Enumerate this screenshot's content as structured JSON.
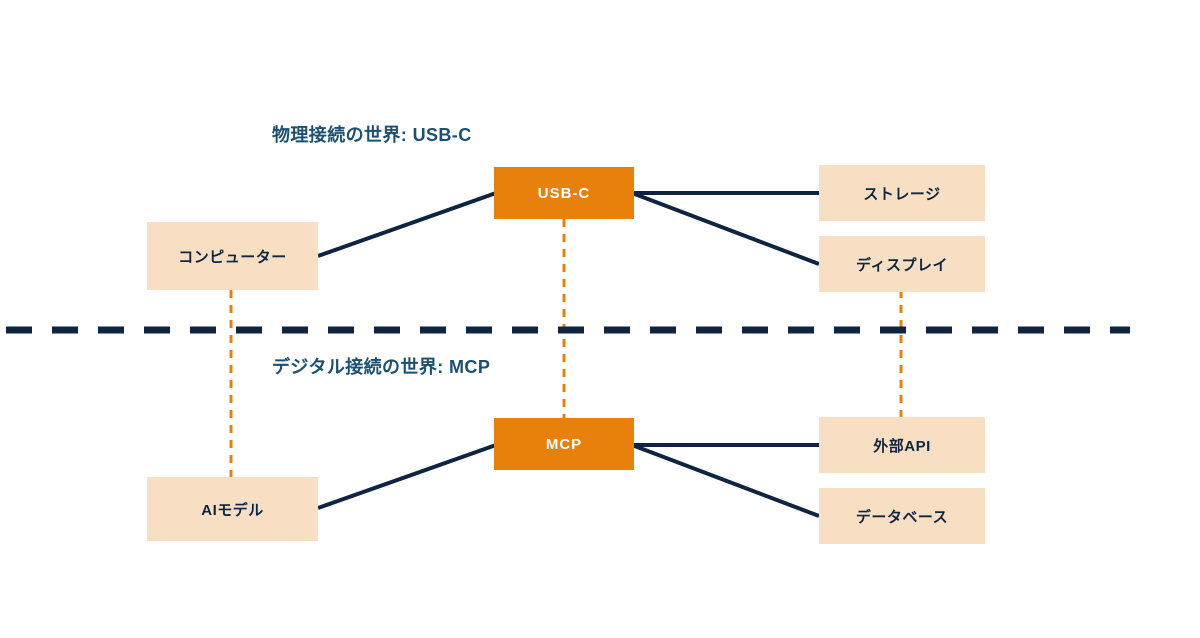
{
  "diagram": {
    "title_top": "物理接続の世界: USB-C",
    "title_bottom": "デジタル接続の世界: MCP",
    "colors": {
      "hub": "#E8800C",
      "leaf": "#F8DFC4",
      "wire": "#0F2440",
      "title": "#1B5070",
      "divider": "#0F2440",
      "analogy_link": "#E8800C",
      "background": "#FFFFFF"
    },
    "top": {
      "hub": {
        "label": "USB-C"
      },
      "source": {
        "label": "コンピューター"
      },
      "peripherals": [
        {
          "label": "ストレージ"
        },
        {
          "label": "ディスプレイ"
        }
      ]
    },
    "bottom": {
      "hub": {
        "label": "MCP"
      },
      "source": {
        "label": "AIモデル"
      },
      "peripherals": [
        {
          "label": "外部API"
        },
        {
          "label": "データベース"
        }
      ]
    },
    "analogy_pairs": [
      {
        "from": "コンピューター",
        "to": "AIモデル"
      },
      {
        "from": "USB-C",
        "to": "MCP"
      },
      {
        "from": "ディスプレイ",
        "to": "外部API"
      }
    ]
  }
}
